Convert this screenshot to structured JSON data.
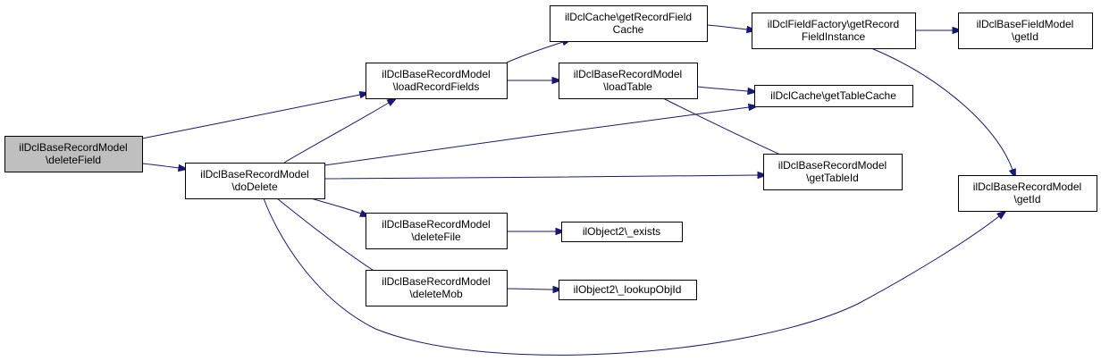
{
  "colors": {
    "edge": "#191970",
    "node_fill": "#ffffff",
    "highlight_fill": "#bfbfbf",
    "border": "#000000"
  },
  "nodes": [
    {
      "id": "n0",
      "lines": [
        "ilDclBaseRecordModel",
        "\\deleteField"
      ],
      "highlighted": true
    },
    {
      "id": "n1",
      "lines": [
        "ilDclBaseRecordModel",
        "\\doDelete"
      ]
    },
    {
      "id": "n2",
      "lines": [
        "ilDclBaseRecordModel",
        "\\loadRecordFields"
      ]
    },
    {
      "id": "n3",
      "lines": [
        "ilDclBaseRecordModel",
        "\\deleteFile"
      ]
    },
    {
      "id": "n4",
      "lines": [
        "ilDclBaseRecordModel",
        "\\deleteMob"
      ]
    },
    {
      "id": "n5",
      "lines": [
        "ilDclCache\\getRecordField",
        "Cache"
      ]
    },
    {
      "id": "n6",
      "lines": [
        "ilDclBaseRecordModel",
        "\\loadTable"
      ]
    },
    {
      "id": "n7",
      "lines": [
        "ilObject2\\_exists"
      ]
    },
    {
      "id": "n8",
      "lines": [
        "ilObject2\\_lookupObjId"
      ]
    },
    {
      "id": "n9",
      "lines": [
        "ilDclFieldFactory\\getRecord",
        "FieldInstance"
      ]
    },
    {
      "id": "n10",
      "lines": [
        "ilDclCache\\getTableCache"
      ]
    },
    {
      "id": "n11",
      "lines": [
        "ilDclBaseRecordModel",
        "\\getTableId"
      ]
    },
    {
      "id": "n12",
      "lines": [
        "ilDclBaseFieldModel",
        "\\getId"
      ]
    },
    {
      "id": "n13",
      "lines": [
        "ilDclBaseRecordModel",
        "\\getId"
      ]
    }
  ],
  "edges": [
    {
      "from": "n0",
      "to": "n2"
    },
    {
      "from": "n0",
      "to": "n1"
    },
    {
      "from": "n1",
      "to": "n2"
    },
    {
      "from": "n1",
      "to": "n10"
    },
    {
      "from": "n1",
      "to": "n11"
    },
    {
      "from": "n1",
      "to": "n3"
    },
    {
      "from": "n1",
      "to": "n4"
    },
    {
      "from": "n1",
      "to": "n13"
    },
    {
      "from": "n2",
      "to": "n5"
    },
    {
      "from": "n2",
      "to": "n6"
    },
    {
      "from": "n6",
      "to": "n10"
    },
    {
      "from": "n6",
      "to": "n11"
    },
    {
      "from": "n5",
      "to": "n9"
    },
    {
      "from": "n9",
      "to": "n12"
    },
    {
      "from": "n9",
      "to": "n13"
    },
    {
      "from": "n3",
      "to": "n7"
    },
    {
      "from": "n4",
      "to": "n8"
    }
  ]
}
